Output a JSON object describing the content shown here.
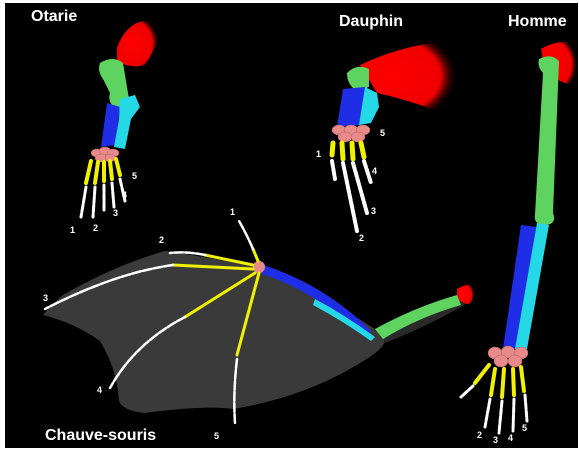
{
  "diagram": {
    "title_otarie": "Otarie",
    "title_dauphin": "Dauphin",
    "title_homme": "Homme",
    "title_chauve_souris": "Chauve-souris",
    "digits_otarie": [
      "1",
      "2",
      "3",
      "4",
      "5"
    ],
    "digits_dauphin": [
      "1",
      "2",
      "3",
      "4",
      "5"
    ],
    "digits_homme": [
      "2",
      "3",
      "4",
      "5"
    ],
    "digits_chauve_souris": [
      "1",
      "2",
      "3",
      "4",
      "5"
    ],
    "colors": {
      "scapula": "#ff0000",
      "humerus": "#5fd35f",
      "radius": "#1f2ee6",
      "ulna": "#25d8e6",
      "carpals": "#e98a8a",
      "metacarpals": "#f0f000",
      "phalanges": "#ffffff",
      "wing_membrane": "#3a3a3a",
      "background": "#000000"
    }
  }
}
